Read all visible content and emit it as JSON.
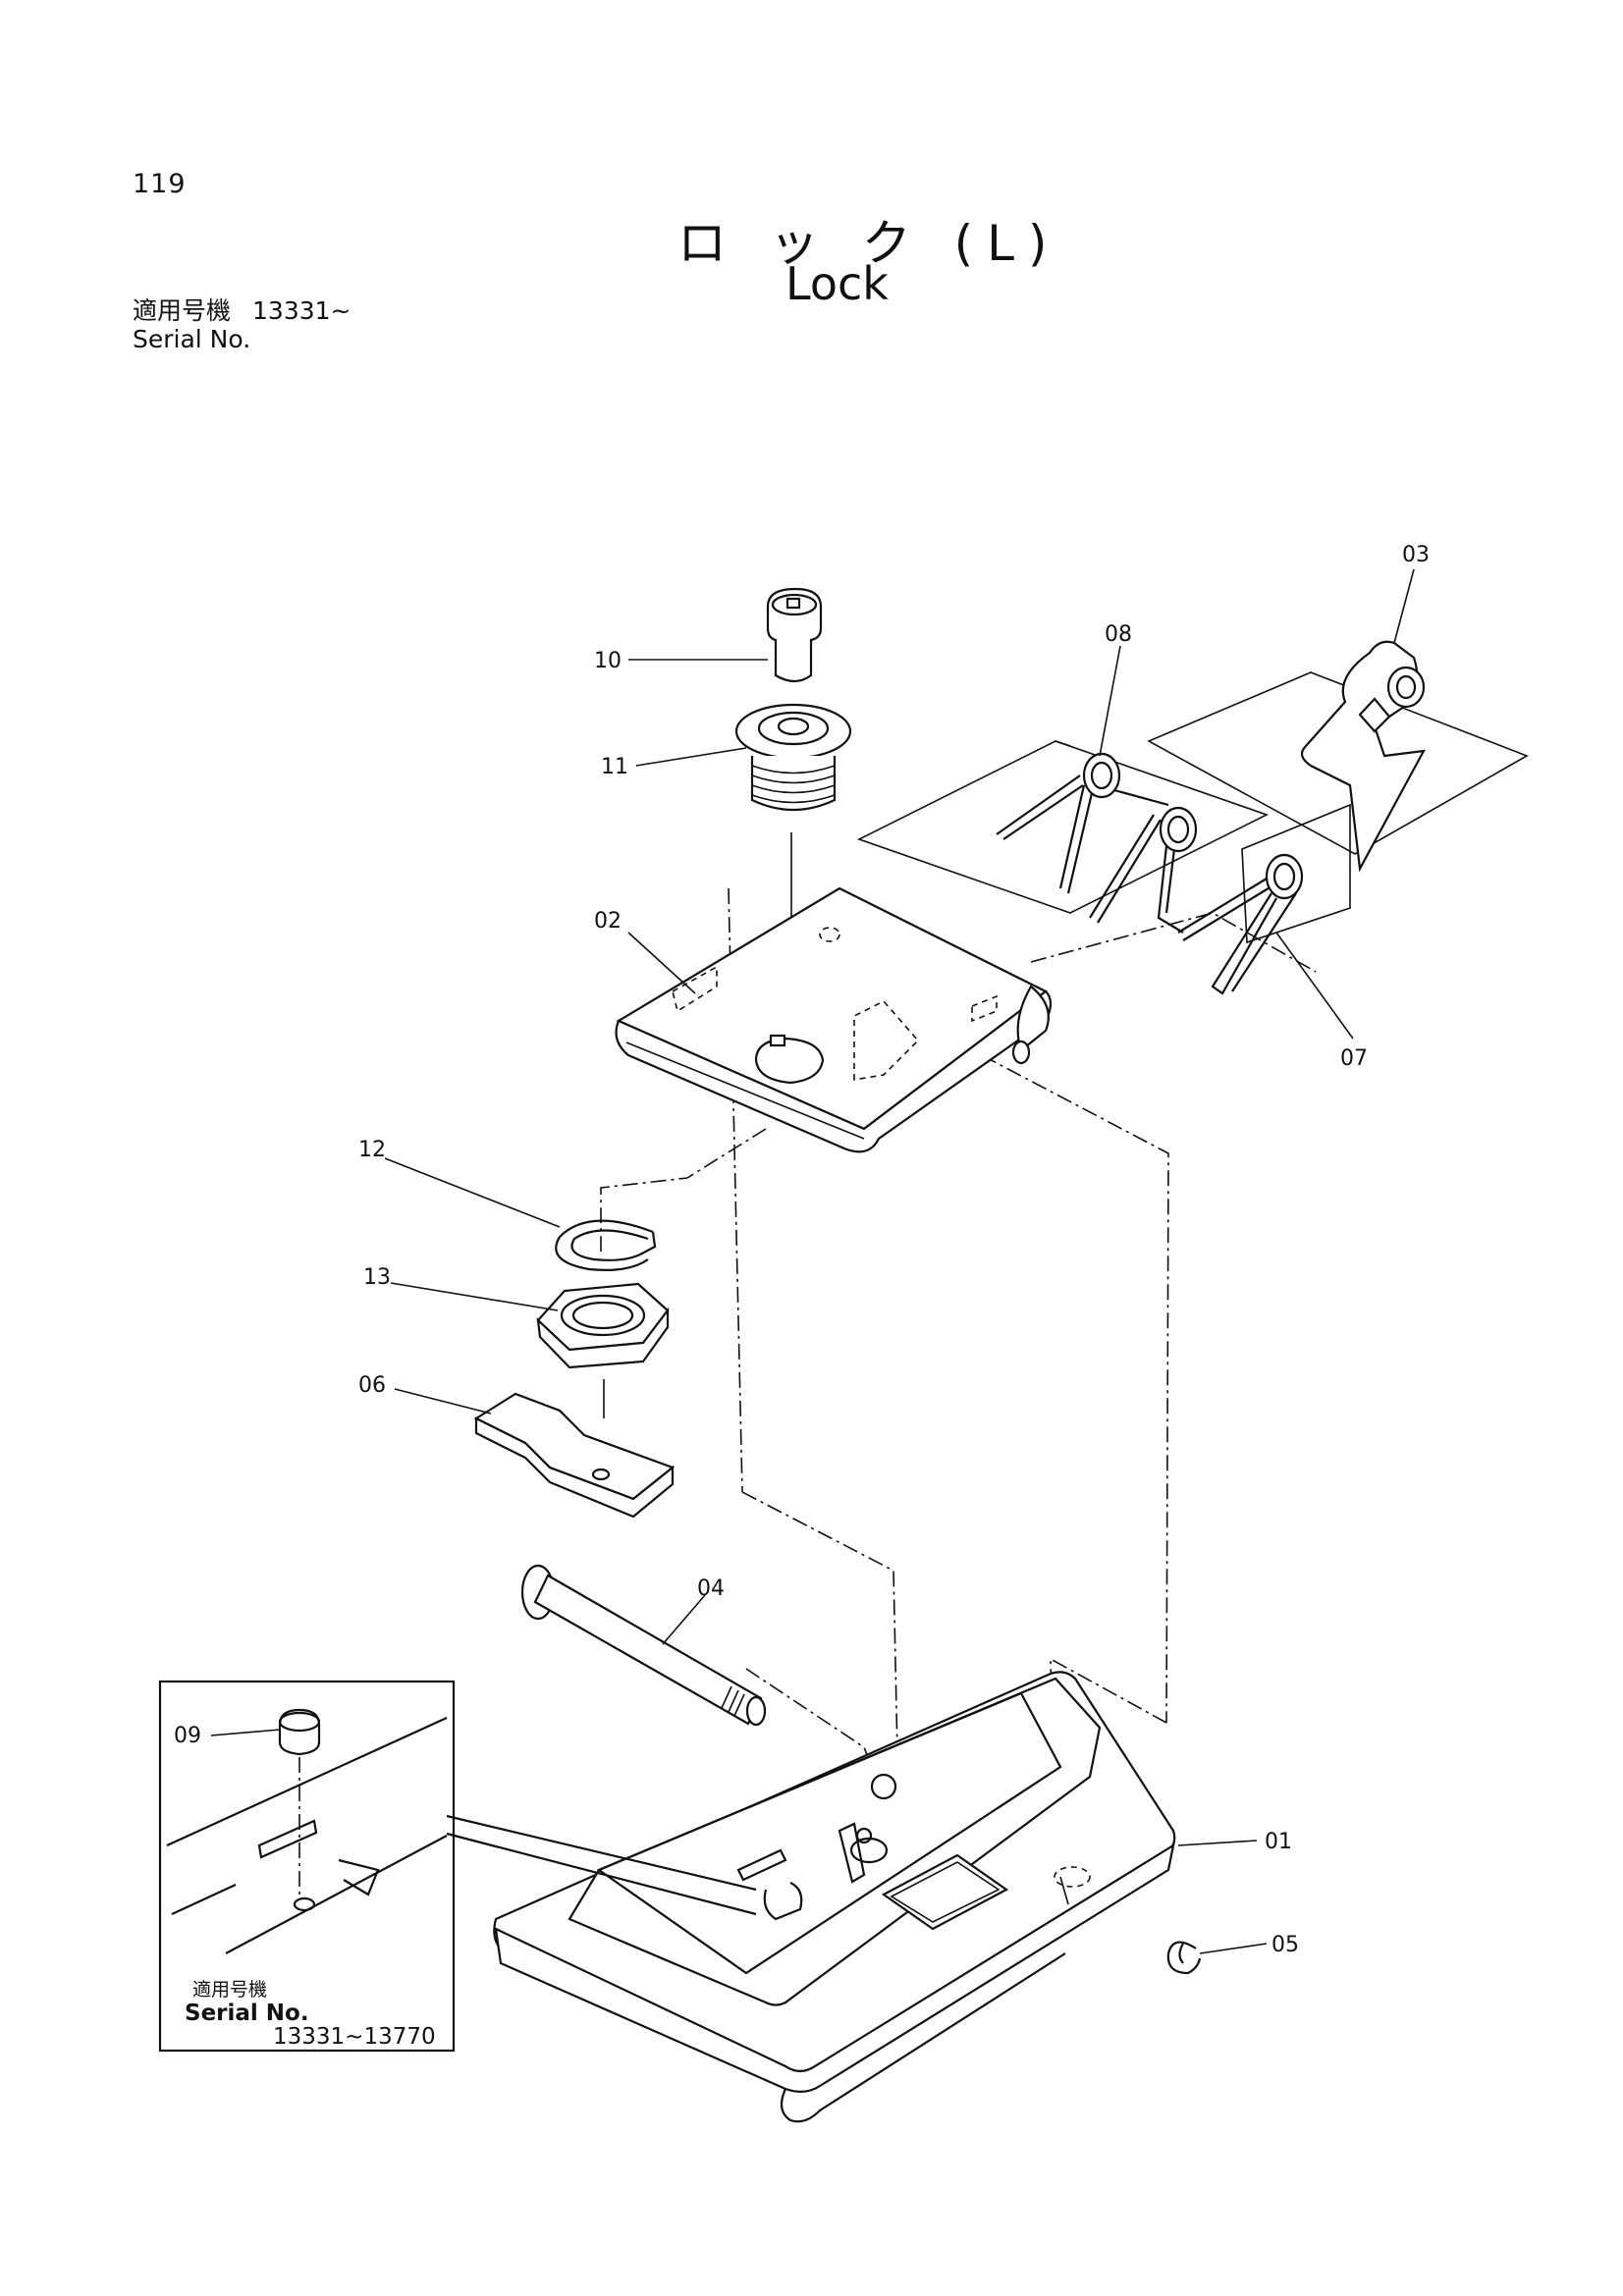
{
  "page_number": "119",
  "title_jp": "ロ ッ ク (L)",
  "title_en": "Lock",
  "serial": {
    "label_jp": "適用号機",
    "label_en": "Serial No.",
    "range": "13331~"
  },
  "inset": {
    "label_jp": "適用号機",
    "label_en": "Serial No.",
    "range": "13331~13770"
  },
  "parts": {
    "p01": "01",
    "p02": "02",
    "p03": "03",
    "p04": "04",
    "p05": "05",
    "p06": "06",
    "p07": "07",
    "p08": "08",
    "p09": "09",
    "p10": "10",
    "p11": "11",
    "p12": "12",
    "p13": "13"
  }
}
